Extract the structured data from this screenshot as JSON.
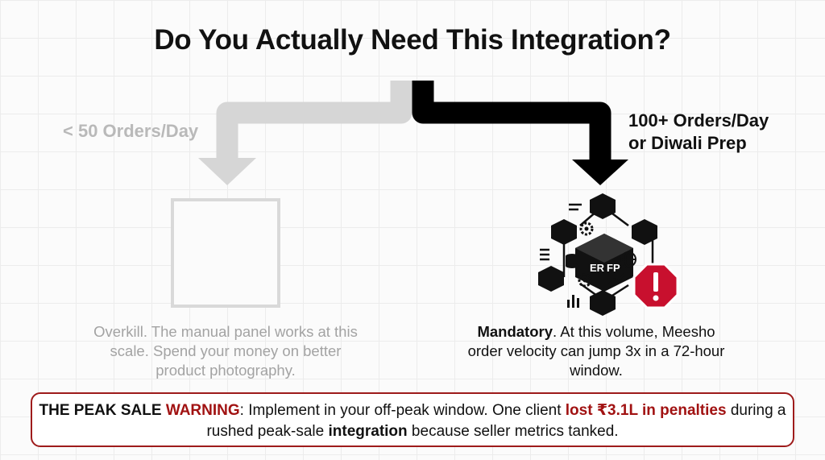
{
  "title": "Do You Actually Need This Integration?",
  "left_branch": {
    "label": "< 50 Orders/Day",
    "description": "Overkill. The manual panel works at this scale. Spend your money on better product photography."
  },
  "right_branch": {
    "label_line1": "100+ Orders/Day",
    "label_line2": "or Diwali Prep",
    "description_lead": "Mandatory",
    "description_rest": ". At this volume, Meesho order velocity can jump 3x in a 72-hour window.",
    "icon_labels": {
      "left": "ER",
      "right": "FP"
    }
  },
  "warning": {
    "prefix": "THE PEAK SALE ",
    "keyword": "WARNING",
    "text1": ": Implement in your off-peak window. One client ",
    "loss": "lost ₹3.1L in penalties",
    "text2": " during a rushed peak-sale ",
    "emph": "integration",
    "text3": " because seller metrics tanked."
  },
  "colors": {
    "inactive": "#d6d6d6",
    "active": "#000000",
    "alert": "#c8102e",
    "warning_border": "#9e1b1b"
  },
  "icons": [
    "warning-octagon-icon",
    "erp-cube-network-icon",
    "gear-icon",
    "globe-icon",
    "database-icon",
    "bar-chart-icon"
  ]
}
